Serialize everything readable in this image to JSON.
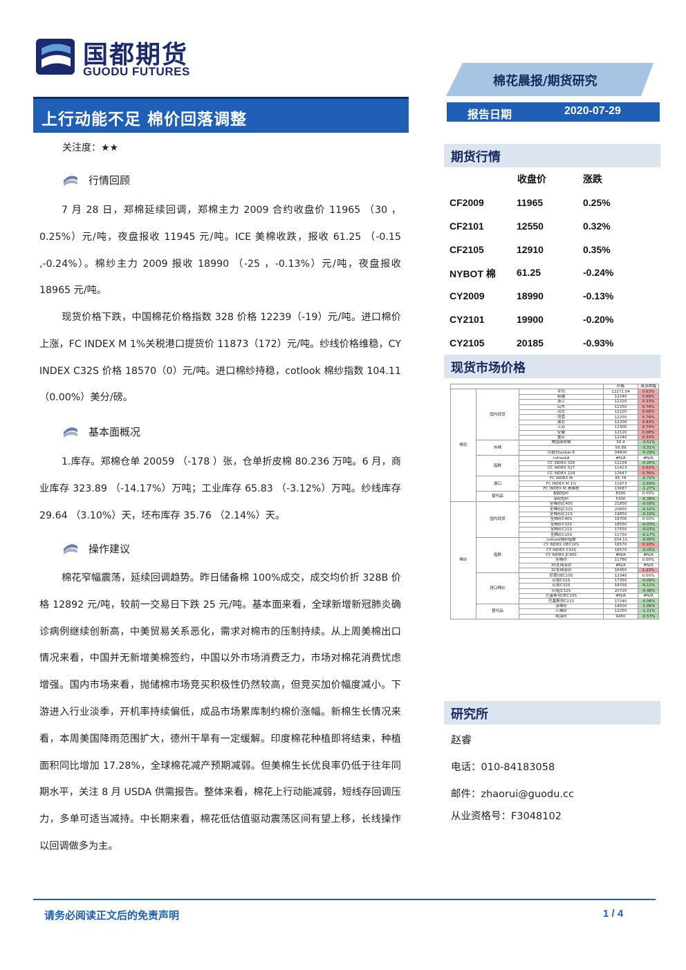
{
  "header": {
    "logo_cn": "国都期货",
    "logo_en": "GUODU FUTURES",
    "ribbon": "棉花晨报/期货研究",
    "title": "上行动能不足 棉价回落调整",
    "date_label": "报告日期",
    "date_value": "2020-07-29"
  },
  "left": {
    "attention_label": "关注度：",
    "attention_stars": "★★",
    "sections": [
      {
        "title": "行情回顾",
        "paragraphs": [
          "7 月 28 日，郑棉延续回调，郑棉主力 2009 合约收盘价 11965 （30 ，0.25%）元/吨，夜盘报收 11945 元/吨。ICE 美棉收跌，报收 61.25 （-0.15 ,-0.24%）。棉纱主力 2009 报收 18990 （-25 ，-0.13%）元/吨，夜盘报收 18965 元/吨。",
          "现货价格下跌，中国棉花价格指数 328 价格 12239（-19）元/吨。进口棉价上涨，FC INDEX M 1%关税港口提货价 11873（172）元/吨。纱线价格维稳，CY INDEX C32S 价格 18570（0）元/吨。进口棉纱持稳，cotlook 棉纱指数 104.11（0.00%）美分/磅。"
        ]
      },
      {
        "title": "基本面概况",
        "paragraphs": [
          "1.库存。郑棉仓单 20059 （-178 ）张，仓单折皮棉 80.236 万吨。6 月，商业库存 323.89 （-14.17%）万吨；工业库存 65.83 （-3.12%）万吨。纱线库存 29.64 （3.10%）天，坯布库存 35.76 （2.14%）天。"
        ]
      },
      {
        "title": "操作建议",
        "paragraphs": [
          "棉花窄幅震荡，延续回调趋势。昨日储备棉 100%成交，成交均价折 328B 价格 12892 元/吨，较前一交易日下跌 25 元/吨。基本面来看，全球新增新冠肺炎确诊病例继续创新高，中美贸易关系恶化，需求对棉市的压制持续。从上周美棉出口情况来看，中国并无新增美棉签约，中国以外市场消费乏力，市场对棉花消费忧虑增强。国内市场来看，抛储棉市场竞买积极性仍然较高，但竞买加价幅度减小。下游进入行业淡季，开机率持续偏低，成品市场累库制约棉价涨幅。新棉生长情况来看，本周美国降雨范围扩大，德州干旱有一定缓解。印度棉花种植即将结束，种植面积同比增加 17.28%，全球棉花减产预期减弱。但美棉生长优良率仍低于往年同期水平，关注 8 月 USDA 供需报告。整体来看，棉花上行动能减弱，短线存回调压力，多单可适当减持。中长期来看，棉花低估值驱动震荡区间有望上移，长线操作以回调做多为主。"
        ]
      }
    ]
  },
  "futures": {
    "heading": "期货行情",
    "col_close": "收盘价",
    "col_change": "涨跌",
    "rows": [
      {
        "name": "CF2009",
        "close": "11965",
        "change": "0.25%"
      },
      {
        "name": "CF2101",
        "close": "12550",
        "change": "0.32%"
      },
      {
        "name": "CF2105",
        "close": "12910",
        "change": "0.35%"
      },
      {
        "name": "NYBOT 棉",
        "close": "61.25",
        "change": "-0.24%"
      },
      {
        "name": "CY2009",
        "close": "18990",
        "change": "-0.13%"
      },
      {
        "name": "CY2101",
        "close": "19900",
        "change": "-0.20%"
      },
      {
        "name": "CY2105",
        "close": "20185",
        "change": "-0.93%"
      }
    ]
  },
  "spot": {
    "heading": "现货市场价格",
    "col_price": "价格",
    "col_change": "周涨跌幅",
    "rows": [
      [
        "平均",
        "12271.54",
        "0.63%"
      ],
      [
        "新疆",
        "12240",
        "0.66%"
      ],
      [
        "浙江",
        "12220",
        "0.33%"
      ],
      [
        "山东",
        "12250",
        "0.74%"
      ],
      [
        "河北",
        "12220",
        "0.58%"
      ],
      [
        "河南",
        "12250",
        "0.74%"
      ],
      [
        "湖北",
        "12200",
        "0.83%"
      ],
      [
        "江苏",
        "12300",
        "0.74%"
      ],
      [
        "安徽",
        "12120",
        "0.08%"
      ],
      [
        "重庆",
        "12240",
        "0.33%"
      ],
      [
        "美国陆地棉",
        "56.4",
        "-3.51%"
      ],
      [
        "",
        "59.89",
        "-3.31%"
      ],
      [
        "印度Shankar-6",
        "34800",
        "-0.29%"
      ],
      [
        "cotlookA",
        "#N/A",
        "#N/A"
      ],
      [
        "CC INDEX 328",
        "12239",
        "-0.26%"
      ],
      [
        "CC INDEX 527",
        "11413",
        "0.62%"
      ],
      [
        "CC INDEX 229",
        "12647",
        "0.76%"
      ],
      [
        "FC INDEX M",
        "65.76",
        "-0.72%"
      ],
      [
        "FC INDEX M 1%",
        "11873",
        "-2.69%"
      ],
      [
        "FC INDEX M 滑准税",
        "13687",
        "-1.27%"
      ],
      [
        "黏胶短纤",
        "8300",
        "0.00%"
      ],
      [
        "涤纶短纤",
        "5300",
        "-0.38%"
      ],
      [
        "全棉纱JC40S",
        "21850",
        "-0.09%"
      ],
      [
        "全棉纱JC32S",
        "20650",
        "-0.10%"
      ],
      [
        "全棉纱JC21S",
        "19850",
        "-0.10%"
      ],
      [
        "全棉纱C40S",
        "19700",
        "0.00%"
      ],
      [
        "全棉纱C32S",
        "18550",
        "-0.03%"
      ],
      [
        "全棉纱C21S",
        "17550",
        "-0.03%"
      ],
      [
        "全棉纱C10S",
        "11750",
        "-0.17%"
      ],
      [
        "cotlook棉纱指数",
        "104.11",
        "-0.05%"
      ],
      [
        "CY INDEX OEC10S",
        "18570",
        "0.10%"
      ],
      [
        "CY INDEX C32S",
        "18570",
        "-0.05%"
      ],
      [
        "CY INDEX JC40S",
        "#N/A",
        "#N/A"
      ],
      [
        "全棉纱",
        "11780",
        "0.00%"
      ],
      [
        "30支纯涤纱",
        "#N/A",
        "#N/A"
      ],
      [
        "32支纯涤纱",
        "16450",
        "1.23%"
      ],
      [
        "印度OEC10S",
        "12340",
        "0.00%"
      ],
      [
        "印度C21S",
        "17350",
        "-0.06%"
      ],
      [
        "印度C32S",
        "18330",
        "-0.11%"
      ],
      [
        "印度JC32S",
        "20720",
        "-0.48%"
      ],
      [
        "巴基斯坦OEC10S",
        "#N/A",
        "#N/A"
      ],
      [
        "巴基斯坦C21S",
        "17240",
        "-0.06%"
      ],
      [
        "涤棉纱",
        "14000",
        "-1.06%"
      ],
      [
        "人棉纱",
        "12250",
        "-1.21%"
      ],
      [
        "纯涤纱",
        "9450",
        "-0.53%"
      ]
    ],
    "cat1": "棉花",
    "cat2": "棉纱",
    "sub_domestic": "国内现货",
    "sub_foreign": "外棉",
    "sub_index": "指数",
    "sub_port": "港口",
    "sub_sub": "替代品",
    "sub_domestic2": "国内现货",
    "sub_index2": "指数",
    "sub_import": "进口棉纱",
    "sub_sub2": "替代品"
  },
  "research": {
    "heading": "研究所",
    "name": "赵睿",
    "phone": "电话：010-84183058",
    "email": "邮件：zhaorui@guodu.cc",
    "license": "从业资格号：F3048102"
  },
  "footer": {
    "disclaimer": "请务必阅读正文后的免责声明",
    "page": "1 / 4"
  },
  "colors": {
    "brand_blue": "#1f5fb5",
    "ribbon_blue": "#a8c4e3",
    "up_red": "#f4a8a8",
    "down_green": "#b7e2b7"
  }
}
